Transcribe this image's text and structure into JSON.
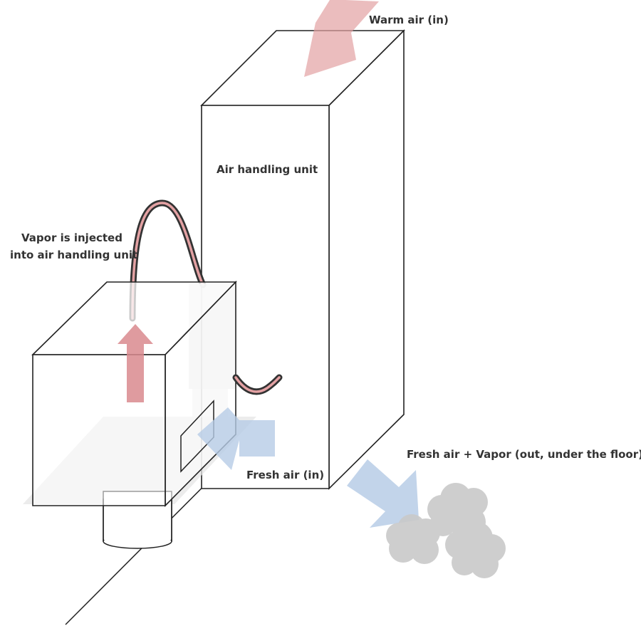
{
  "labels": {
    "warm_air": "Warm air (in)",
    "air_handling_unit": "Air handling unit",
    "vapor_line1": "Vapor is injected",
    "vapor_line2": "into air handling unit",
    "fresh_air_in": "Fresh air (in)",
    "fresh_air_out": "Fresh air + Vapor (out, under the floor)"
  },
  "colors": {
    "warm_arrow": "#e3a1a3",
    "vapor_arrow": "#d98a8e",
    "fresh_arrow": "#b7cce6",
    "outline": "#222222",
    "hose_outer": "#333333",
    "hose_inner": "#e3a1a3",
    "cloud": "#c9c9c9",
    "floor_plane": "#e6e6e6"
  }
}
